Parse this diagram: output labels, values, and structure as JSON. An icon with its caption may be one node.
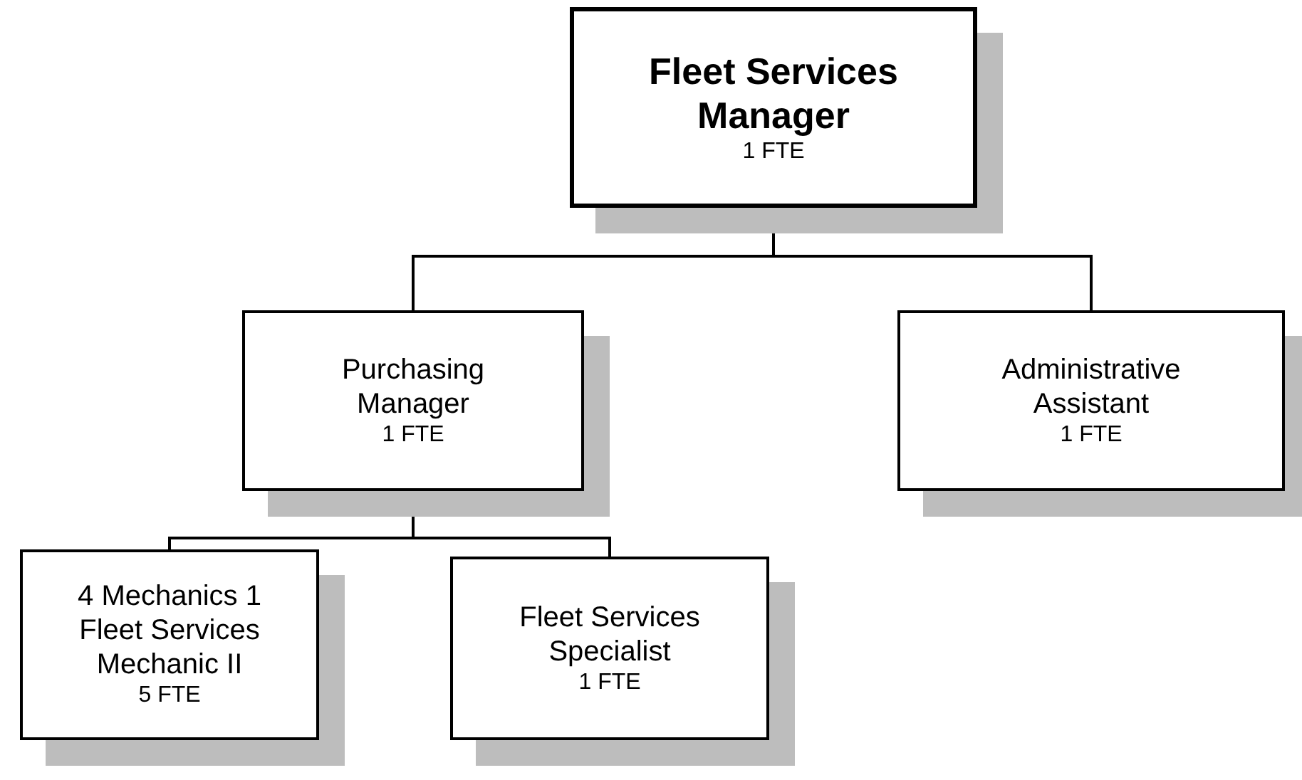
{
  "diagram": {
    "nodes": [
      {
        "text": [
          "Fleet Services Manager",
          "1 FTE"
        ]
      },
      {
        "text": [
          "Purchasing Manager",
          "1 FTE"
        ]
      },
      {
        "text": [
          "Administrative Assistant",
          "1 FTE"
        ]
      },
      {
        "text": [
          "4 Mechanics 1 Fleet Services Mechanic II",
          "5 FTE"
        ]
      },
      {
        "text": [
          "Fleet Services Specialist",
          "1 FTE"
        ]
      }
    ],
    "edges": [
      {
        "from": 0,
        "to": 1,
        "arrow": "none"
      },
      {
        "from": 0,
        "to": 2,
        "arrow": "none"
      },
      {
        "from": 1,
        "to": 3,
        "arrow": "none"
      },
      {
        "from": 1,
        "to": 4,
        "arrow": "none"
      }
    ]
  }
}
